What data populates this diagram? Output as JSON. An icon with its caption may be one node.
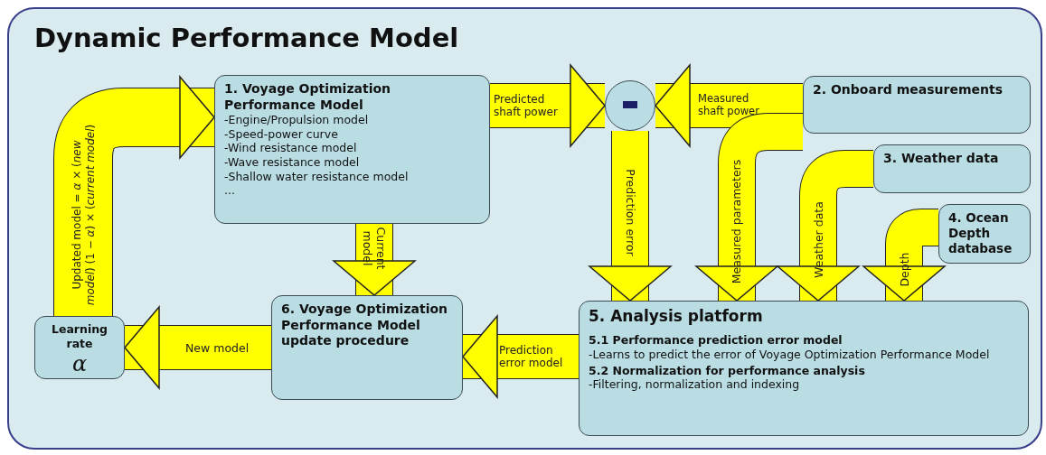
{
  "diagram": {
    "nodes": [
      {
        "text": [
          "Dynamic Performance Model"
        ]
      },
      {
        "text": [
          "1. Voyage Optimization Performance Model",
          "-Engine/Propulsion model",
          "-Speed-power curve",
          "-Wind resistance model",
          "-Wave resistance model",
          "-Shallow water resistance model",
          "..."
        ],
        "in": 0
      },
      {
        "text": [],
        "shape": "circle",
        "in": 0
      },
      {
        "text": [
          "2. Onboard measurements"
        ],
        "in": 0
      },
      {
        "text": [
          "3. Weather data"
        ],
        "in": 0
      },
      {
        "text": [
          "4. Ocean Depth database"
        ],
        "in": 0
      },
      {
        "text": [
          "5. Analysis platform",
          "5.1 Performance prediction error model",
          "-Learns to predict the error of Voyage Optimization Performance Model",
          "5.2 Normalization for performance analysis",
          "-Filtering, normalization and indexing"
        ],
        "in": 0
      },
      {
        "text": [
          "6. Voyage Optimization Performance Model update procedure"
        ],
        "in": 0
      },
      {
        "text": [
          "Learning rate",
          "α"
        ],
        "in": 0
      }
    ],
    "edges": [
      {
        "from": 1,
        "to": 2,
        "arrow": "to",
        "label": "Predicted shaft power"
      },
      {
        "from": 3,
        "to": 2,
        "arrow": "to",
        "label": "Measured shaft power"
      },
      {
        "from": 2,
        "to": 6,
        "arrow": "to",
        "label": "Prediction error"
      },
      {
        "from": 3,
        "to": 6,
        "arrow": "to",
        "label": "Measured parameters"
      },
      {
        "from": 4,
        "to": 6,
        "arrow": "to",
        "label": "Weather data"
      },
      {
        "from": 5,
        "to": 6,
        "arrow": "to",
        "label": "Depth"
      },
      {
        "from": 1,
        "to": 7,
        "arrow": "to",
        "label": "Current model"
      },
      {
        "from": 6,
        "to": 7,
        "arrow": "to",
        "label": "Prediction error model"
      },
      {
        "from": 7,
        "to": 8,
        "arrow": "to",
        "label": "New model"
      },
      {
        "from": 8,
        "to": 1,
        "arrow": "to",
        "label": "Updated model = *α* × (*new model*) (1 − *α*) × (*current model*)"
      }
    ]
  }
}
